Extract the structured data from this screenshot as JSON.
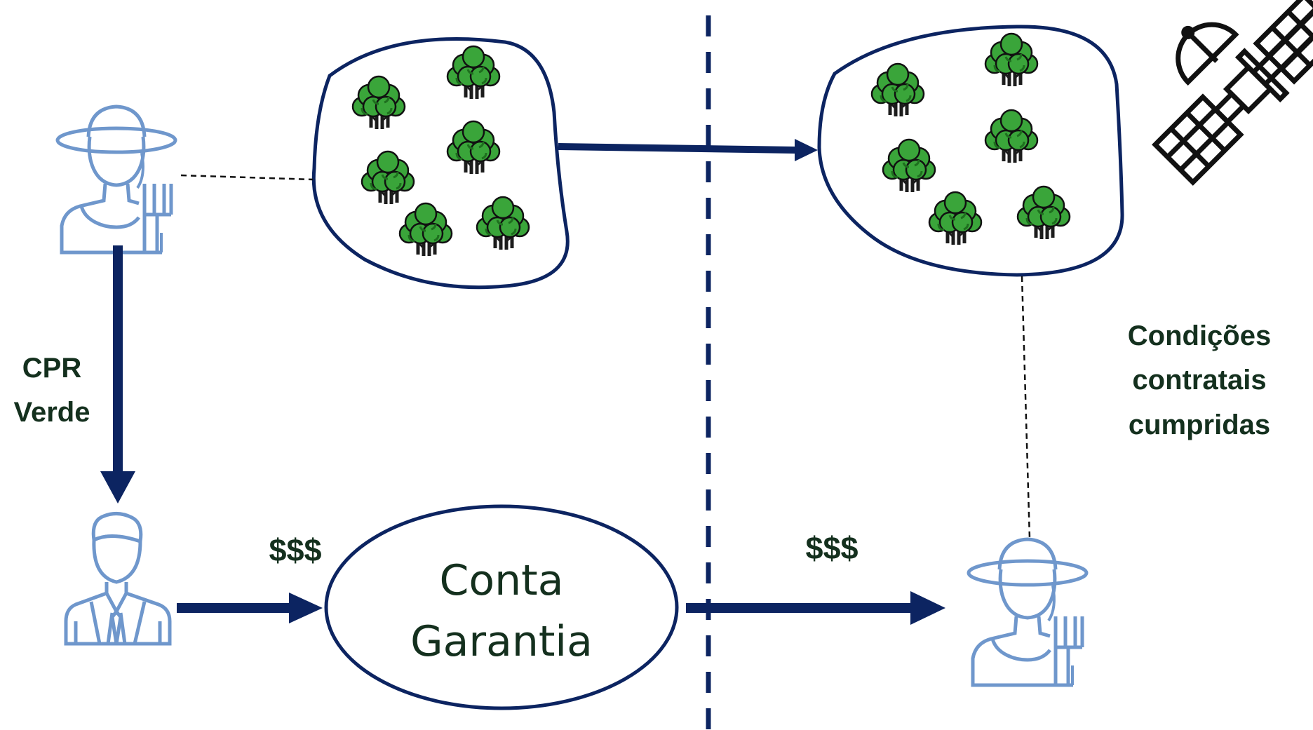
{
  "labels": {
    "cpr_line1": "CPR",
    "cpr_line2": "Verde",
    "money_left": "$$$",
    "money_right": "$$$",
    "account_line1": "Conta",
    "account_line2": "Garantia",
    "conditions_line1": "Condições",
    "conditions_line2": "contratais",
    "conditions_line3": "cumpridas"
  },
  "colors": {
    "navy": "#0c2461",
    "person": "#6f97cc",
    "tree_green": "#3aa53a",
    "tree_dark_green": "#1e6f1e",
    "text": "#14301e"
  },
  "icons": [
    "farmer-icon",
    "forest-area-icon",
    "tree-icon",
    "satellite-icon",
    "businessman-icon"
  ]
}
